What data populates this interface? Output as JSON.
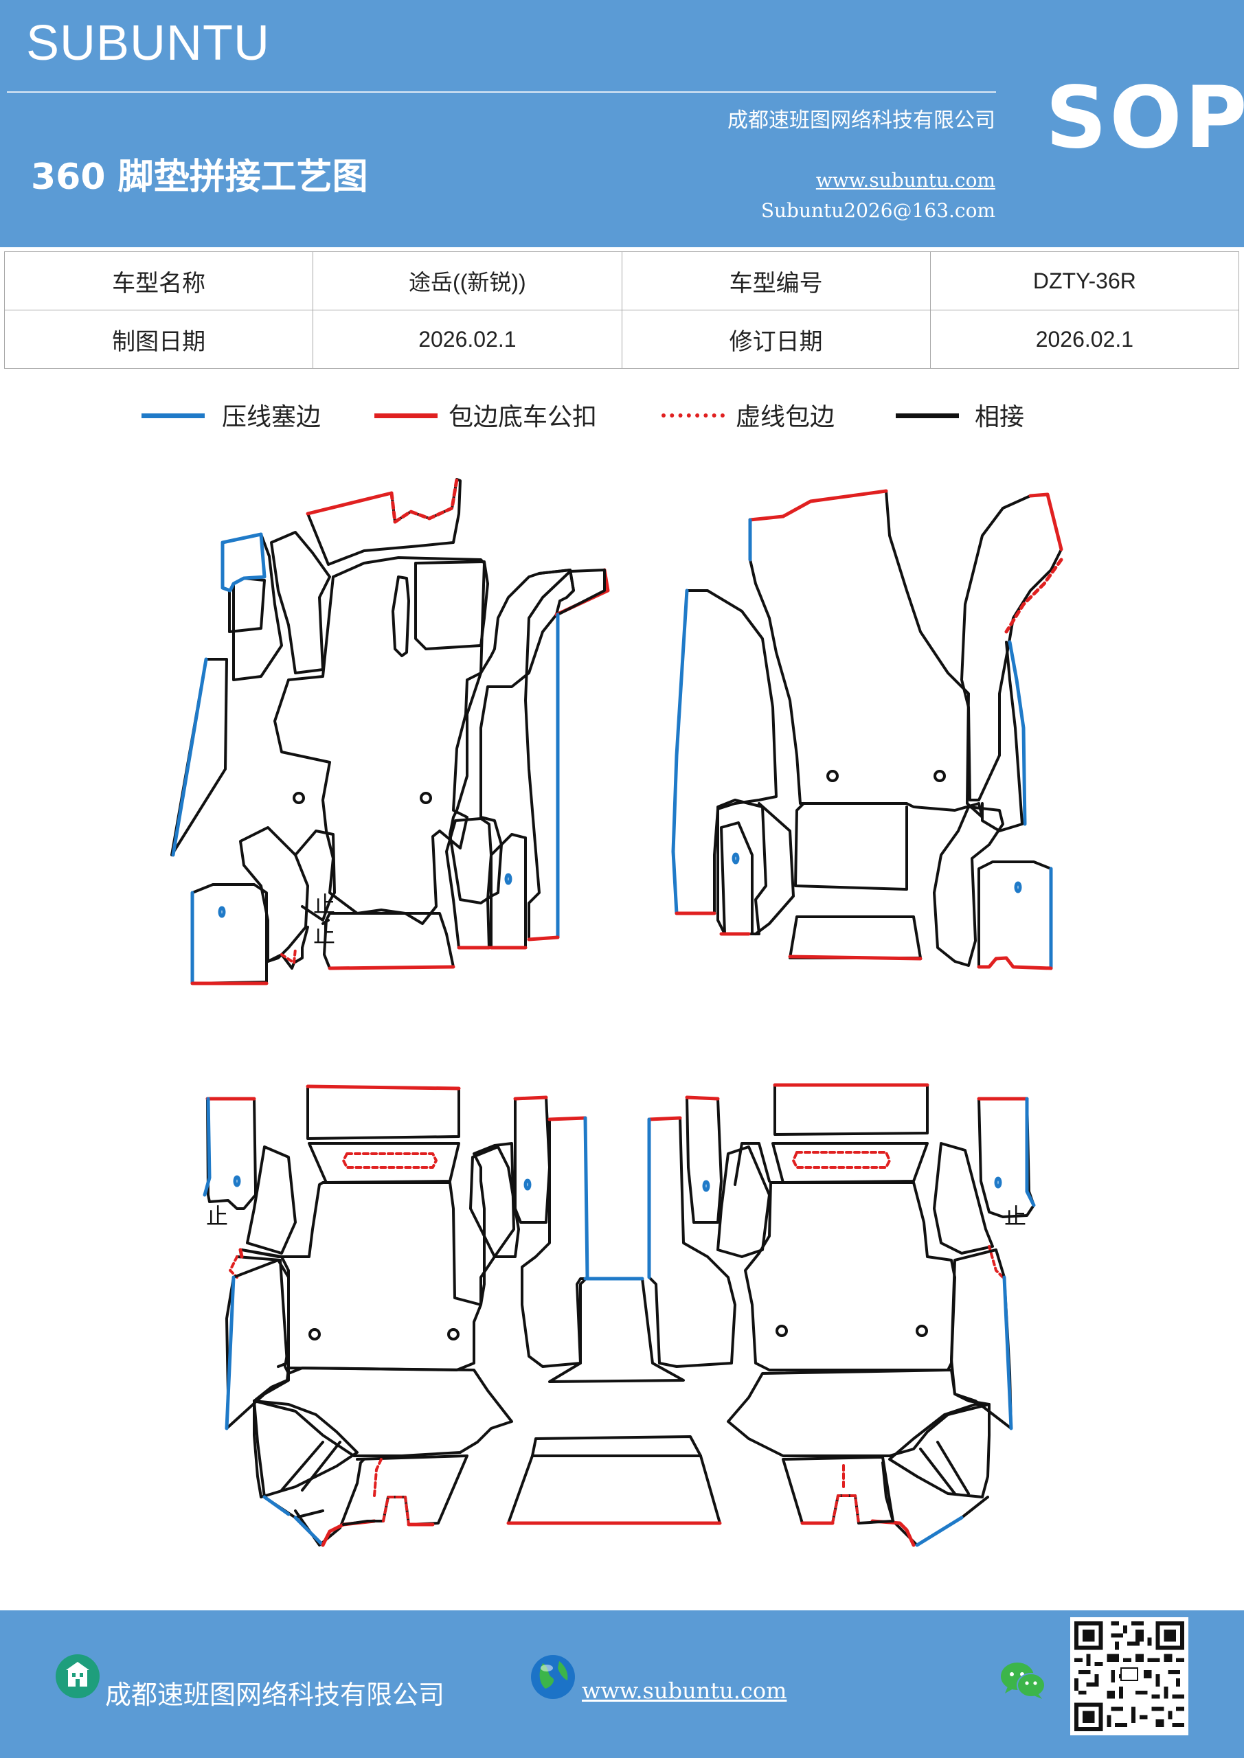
{
  "header": {
    "brand": "SUBUNTU",
    "company": "成都速班图网络科技有限公司",
    "title": "360 脚垫拼接工艺图",
    "website": "www.subuntu.com",
    "email": "Subuntu2026@163.com",
    "badge": "SOP"
  },
  "info_table": {
    "model_name_label": "车型名称",
    "model_name_value": "途岳((新锐))",
    "model_code_label": "车型编号",
    "model_code_value": "DZTY-36R",
    "draw_date_label": "制图日期",
    "draw_date_value": "2026.02.1",
    "revise_date_label": "修订日期",
    "revise_date_value": "2026.02.1"
  },
  "legend": [
    {
      "label": "压线塞边",
      "color": "#1f7ac8",
      "style": "solid"
    },
    {
      "label": "包边底车公扣",
      "color": "#e02020",
      "style": "solid"
    },
    {
      "label": "虚线包边",
      "color": "#e02020",
      "style": "dashed"
    },
    {
      "label": "相接",
      "color": "#111111",
      "style": "solid"
    }
  ],
  "diagram": {
    "markers": [
      "止",
      "止",
      "止",
      "止"
    ]
  },
  "footer": {
    "company": "成都速班图网络科技有限公司",
    "website": "www.subuntu.com"
  },
  "colors": {
    "brand_blue": "#5b9bd5",
    "press_blue": "#1f7ac8",
    "edge_red": "#e02020",
    "join_black": "#111111"
  }
}
